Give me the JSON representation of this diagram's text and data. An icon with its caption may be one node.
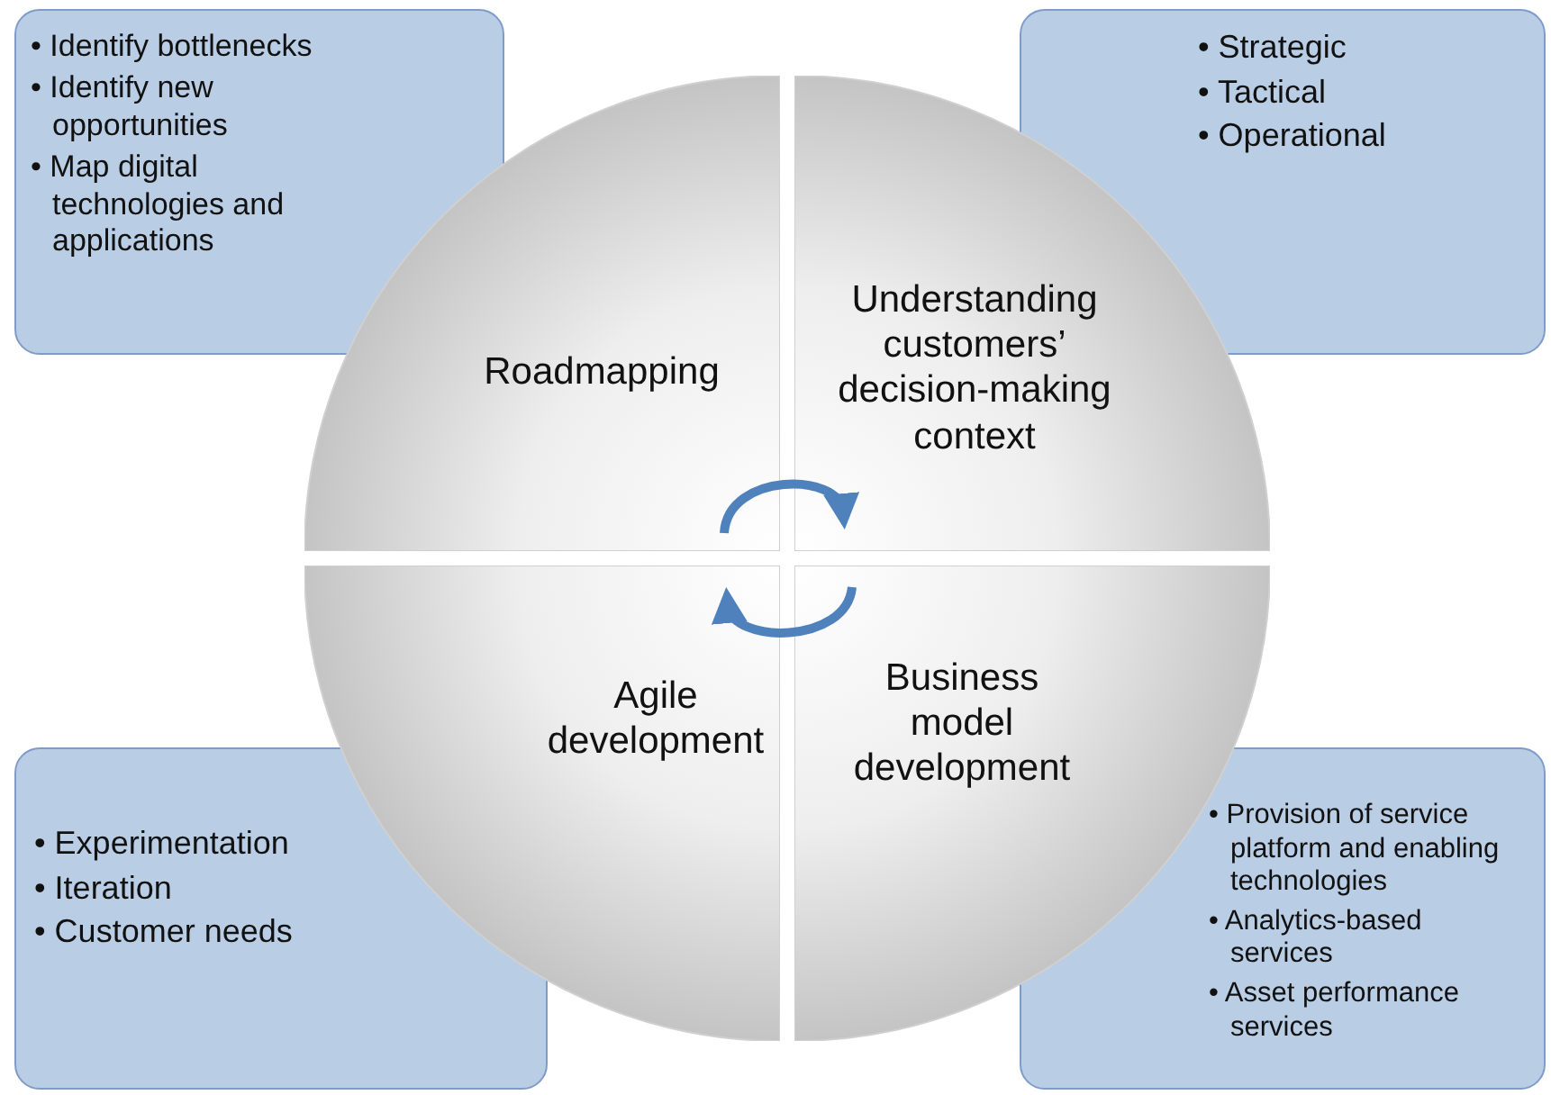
{
  "diagram": {
    "nodes": [
      {
        "text": [
          "• Identify bottlenecks",
          "• Identify new opportunities",
          "• Map digital technologies and applications"
        ]
      },
      {
        "text": [
          "• Strategic",
          "• Tactical",
          "• Operational"
        ]
      },
      {
        "text": [
          "Roadmapping"
        ]
      },
      {
        "text": [
          "Understanding customers’ decision-making context"
        ]
      },
      {
        "text": [
          "Agile development"
        ]
      },
      {
        "text": [
          "Business model development"
        ]
      },
      {
        "text": [
          "• Experimentation",
          "• Iteration",
          "• Customer needs"
        ]
      },
      {
        "text": [
          "• Provision of service platform and enabling technologies",
          "• Analytics-based services",
          "• Asset performance services"
        ]
      }
    ],
    "edges": [
      {
        "from": 2,
        "to": 3,
        "arrow": "to"
      },
      {
        "from": 5,
        "to": 4,
        "arrow": "to"
      }
    ]
  }
}
